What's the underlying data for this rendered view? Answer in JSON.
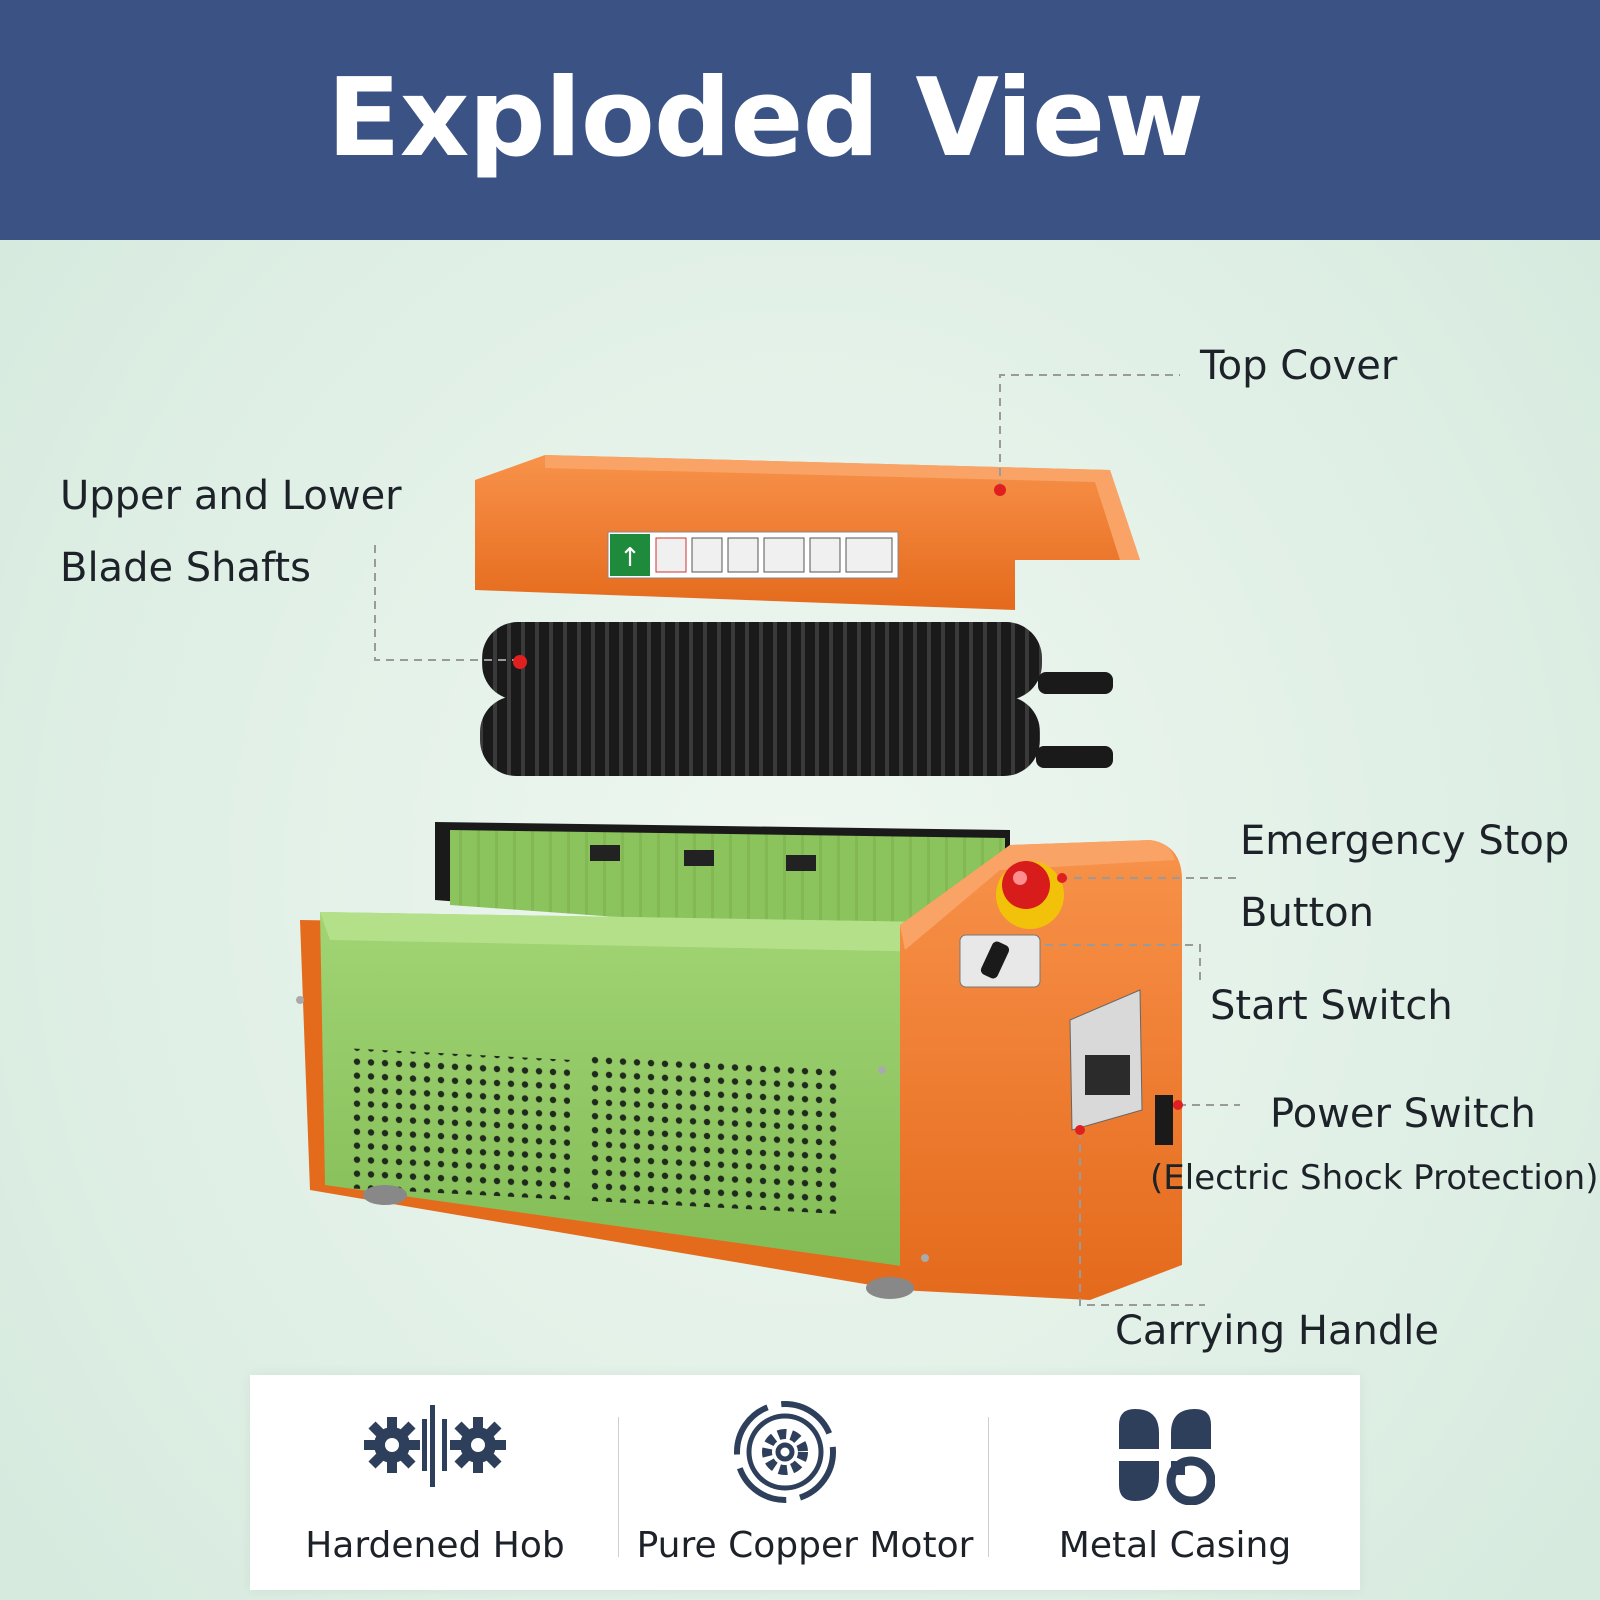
{
  "header": {
    "title": "Exploded View"
  },
  "labels": {
    "top_cover": "Top Cover",
    "blade_shafts_line1": "Upper and Lower",
    "blade_shafts_line2": "Blade Shafts",
    "emergency_line1": "Emergency Stop",
    "emergency_line2": "Button",
    "start_switch": "Start Switch",
    "power_switch": "Power Switch",
    "power_switch_note": "(Electric Shock Protection)",
    "carrying_handle": "Carrying Handle"
  },
  "features": [
    {
      "label": "Hardened Hob",
      "icon": "gears-icon"
    },
    {
      "label": "Pure Copper Motor",
      "icon": "motor-icon"
    },
    {
      "label": "Metal Casing",
      "icon": "casing-icon"
    }
  ],
  "colors": {
    "header_bg": "#3b5285",
    "body_orange": "#f07a28",
    "body_green": "#8fc860",
    "shaft_black": "#1a1a1a",
    "icon_navy": "#2e3f5c",
    "callout_dot": "#e02020"
  }
}
